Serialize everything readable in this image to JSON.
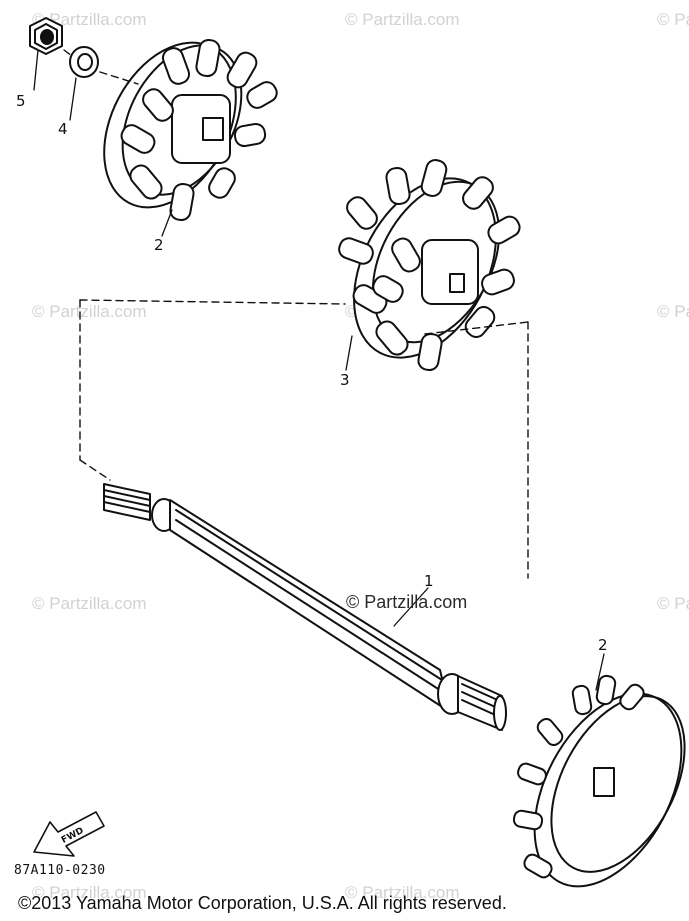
{
  "diagram": {
    "callouts": [
      {
        "id": "c5",
        "label": "5"
      },
      {
        "id": "c4",
        "label": "4"
      },
      {
        "id": "c2a",
        "label": "2"
      },
      {
        "id": "c3",
        "label": "3"
      },
      {
        "id": "c1",
        "label": "1"
      },
      {
        "id": "c2b",
        "label": "2"
      }
    ],
    "fwd_label": "FWD",
    "drawing_number": "87A110-0230",
    "copyright": "©2013  Yamaha Motor Corporation, U.S.A. All rights reserved."
  },
  "watermark": {
    "text": "© Partzilla.com",
    "main_text": "© Partzilla.com"
  }
}
